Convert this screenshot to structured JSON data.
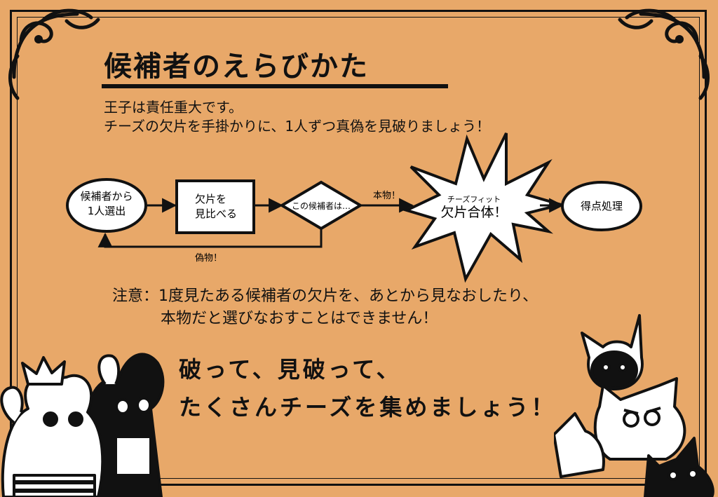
{
  "title": "候補者のえらびかた",
  "intro": {
    "line1": "王子は責任重大です。",
    "line2": "チーズの欠片を手掛かりに、1人ずつ真偽を見破りましょう！"
  },
  "flow": {
    "start_line1": "候補者から",
    "start_line2": "1人選出",
    "compare_line1": "欠片を",
    "compare_line2": "見比べる",
    "decision": "この候補者は…",
    "genuine_label": "本物！",
    "fake_label": "偽物！",
    "burst_small": "チーズフィット",
    "burst_big": "欠片合体！",
    "end": "得点処理"
  },
  "note": {
    "line1": "注意：1度見たある候補者の欠片を、あとから見なおしたり、",
    "line2": "本物だと選びなおすことはできません！"
  },
  "slogan": {
    "line1": "破って、見破って、",
    "line2": "たくさんチーズを集めましょう！"
  },
  "colors": {
    "background": "#e8a869",
    "ink": "#111111",
    "white": "#ffffff"
  }
}
